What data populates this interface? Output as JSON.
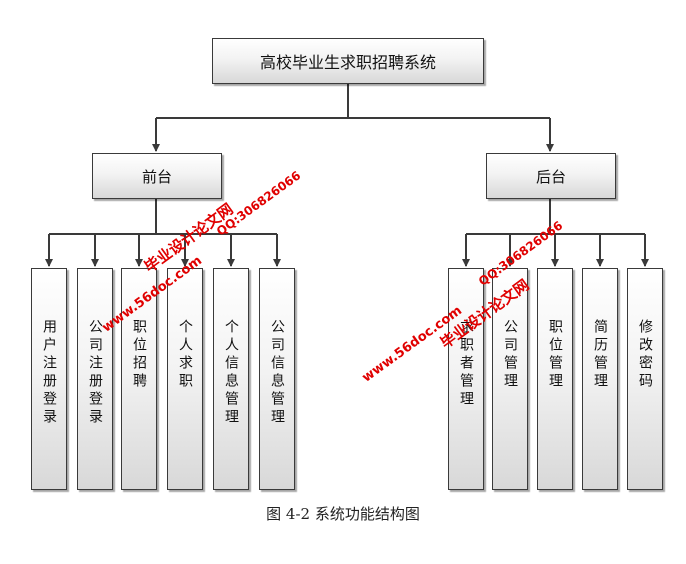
{
  "root": {
    "label": "高校毕业生求职招聘系统"
  },
  "front": {
    "label": "前台",
    "modules": [
      "用户注册登录",
      "公司注册登录",
      "职位招聘",
      "个人求职",
      "个人信息管理",
      "公司信息管理"
    ]
  },
  "back": {
    "label": "后台",
    "modules": [
      "求职者管理",
      "公司管理",
      "职位管理",
      "简历管理",
      "修改密码"
    ]
  },
  "caption": "图 4-2 系统功能结构图",
  "watermarks": {
    "site_name": "毕业设计论文网",
    "url": "www.56doc.com",
    "qq": "QQ:306826066"
  },
  "colors": {
    "watermark": "#e00000",
    "line": "#3a3a3a"
  }
}
